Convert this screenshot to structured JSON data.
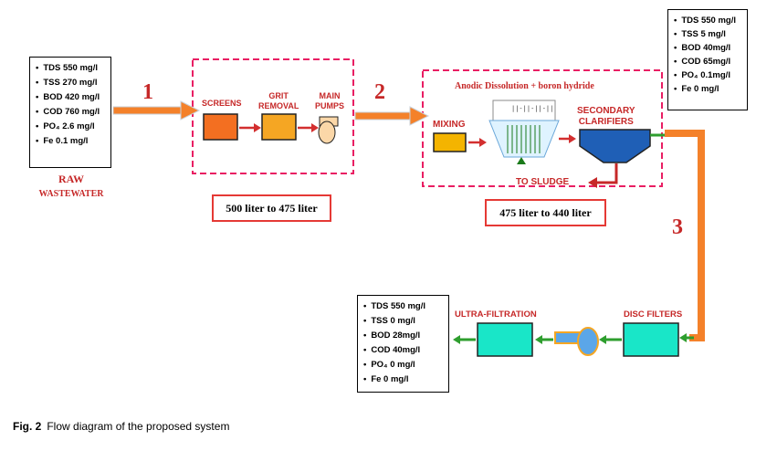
{
  "raw_box": {
    "items": [
      "TDS 550 mg/l",
      "TSS 270 mg/l",
      "BOD 420 mg/l",
      "COD 760 mg/l",
      "PO₄ 2.6 mg/l",
      "Fe   0.1 mg/l"
    ]
  },
  "raw_label": {
    "line1": "RAW",
    "line2": "WASTEWATER"
  },
  "stage1": {
    "number": "1",
    "screens": "SCREENS",
    "grit1": "GRIT",
    "grit2": "REMOVAL",
    "pumps1": "MAIN",
    "pumps2": "PUMPS",
    "volume": "500 liter to 475 liter"
  },
  "stage2": {
    "number": "2",
    "title": "Anodic Dissolution + boron hydride",
    "mixing": "MIXING",
    "clarifier1": "SECONDARY",
    "clarifier2": "CLARIFIERS",
    "sludge": "TO SLUDGE",
    "volume": "475 liter to 440 liter"
  },
  "secondary_box": {
    "items": [
      "TDS  550 mg/l",
      "TSS  5 mg/l",
      "BOD 40mg/l",
      "COD 65mg/l",
      "PO₄  0.1mg/l",
      "Fe    0 mg/l"
    ]
  },
  "stage3": {
    "number": "3",
    "disc_filters": "DISC FILTERS",
    "ultra_filtration": "ULTRA-FILTRATION"
  },
  "final_box": {
    "items": [
      "TDS  550 mg/l",
      "TSS  0 mg/l",
      "BOD 28mg/l",
      "COD 40mg/l",
      "PO₄  0 mg/l",
      "Fe    0 mg/l"
    ]
  },
  "caption": {
    "label": "Fig. 2",
    "text": "Flow diagram of the proposed system"
  },
  "colors": {
    "orange_pipe": "#f4812a",
    "screens": "#f36f21",
    "grit": "#f5a623",
    "mixing": "#f4b400",
    "clarifier": "#1f5fb6",
    "cyan_unit": "#19e6c8",
    "dashed": "#e91e63",
    "arrow_red": "#d32f2f",
    "arrow_green": "#2e9e2e"
  }
}
